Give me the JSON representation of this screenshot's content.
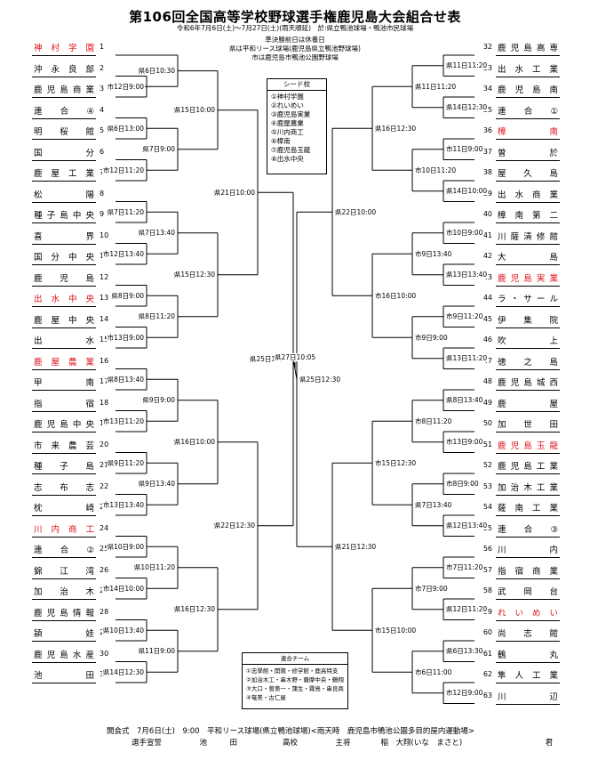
{
  "title": "第106回全国高等学校野球選手権鹿児島大会組合せ表",
  "meta": [
    "令和6年7月6日(土)〜7月27日(土)(雨天順延)　於:県立鴨池球場・鴨池市民球場",
    "準決勝前日は休養日",
    "県は平和リース球場(鹿児島県立鴨池野球場)",
    "市は鹿児島市鴨池公園野球場"
  ],
  "seed_box": {
    "title": "シード校",
    "items": [
      "①神村学園",
      "②れいめい",
      "③鹿児島実業",
      "④鹿屋農業",
      "⑤川内商工",
      "⑥樟南",
      "⑦鹿児島玉龍",
      "⑧出水中央"
    ]
  },
  "joint_box": {
    "title": "連合チーム",
    "items": [
      "①志學館・開陽・修学館・鹿高特支",
      "②加治木工・串木野・薩摩中央・鶴翔",
      "③大口・曽第一・蒲生・霧島・串良商",
      "④奄美・古仁屋"
    ]
  },
  "teams_left": [
    {
      "n": "1",
      "name": "神村学園",
      "seed": true
    },
    {
      "n": "2",
      "name": "沖永良部",
      "seed": false
    },
    {
      "n": "3",
      "name": "鹿児島商業",
      "seed": false
    },
    {
      "n": "4",
      "name": "連合④",
      "seed": false
    },
    {
      "n": "5",
      "name": "明桜館",
      "seed": false
    },
    {
      "n": "6",
      "name": "国分",
      "seed": false
    },
    {
      "n": "7",
      "name": "鹿屋工業",
      "seed": false
    },
    {
      "n": "8",
      "name": "松陽",
      "seed": false
    },
    {
      "n": "9",
      "name": "種子島中央",
      "seed": false
    },
    {
      "n": "10",
      "name": "喜界",
      "seed": false
    },
    {
      "n": "11",
      "name": "国分中央",
      "seed": false
    },
    {
      "n": "12",
      "name": "鹿児島",
      "seed": false
    },
    {
      "n": "13",
      "name": "出水中央",
      "seed": true
    },
    {
      "n": "14",
      "name": "鹿屋中央",
      "seed": false
    },
    {
      "n": "15",
      "name": "出水",
      "seed": false
    },
    {
      "n": "16",
      "name": "鹿屋農業",
      "seed": true
    },
    {
      "n": "17",
      "name": "甲南",
      "seed": false
    },
    {
      "n": "18",
      "name": "指宿",
      "seed": false
    },
    {
      "n": "19",
      "name": "鹿児島中央",
      "seed": false
    },
    {
      "n": "20",
      "name": "市来農芸",
      "seed": false
    },
    {
      "n": "21",
      "name": "種子島",
      "seed": false
    },
    {
      "n": "22",
      "name": "志布志",
      "seed": false
    },
    {
      "n": "23",
      "name": "枕崎",
      "seed": false
    },
    {
      "n": "24",
      "name": "川内商工",
      "seed": true
    },
    {
      "n": "25",
      "name": "連合②",
      "seed": false
    },
    {
      "n": "26",
      "name": "錦江湾",
      "seed": false
    },
    {
      "n": "27",
      "name": "加治木",
      "seed": false
    },
    {
      "n": "28",
      "name": "鹿児島情報",
      "seed": false
    },
    {
      "n": "29",
      "name": "頴娃",
      "seed": false
    },
    {
      "n": "30",
      "name": "鹿児島水産",
      "seed": false
    },
    {
      "n": "31",
      "name": "池田",
      "seed": false
    }
  ],
  "teams_right": [
    {
      "n": "32",
      "name": "鹿児島高専",
      "seed": false
    },
    {
      "n": "33",
      "name": "出水工業",
      "seed": false
    },
    {
      "n": "34",
      "name": "鹿児島南",
      "seed": false
    },
    {
      "n": "35",
      "name": "連合①",
      "seed": false
    },
    {
      "n": "36",
      "name": "樟南",
      "seed": true
    },
    {
      "n": "37",
      "name": "曽於",
      "seed": false
    },
    {
      "n": "38",
      "name": "屋久島",
      "seed": false
    },
    {
      "n": "39",
      "name": "出水商業",
      "seed": false
    },
    {
      "n": "40",
      "name": "樟南第二",
      "seed": false
    },
    {
      "n": "41",
      "name": "川薩清修館",
      "seed": false
    },
    {
      "n": "42",
      "name": "大島",
      "seed": false
    },
    {
      "n": "43",
      "name": "鹿児島実業",
      "seed": true
    },
    {
      "n": "44",
      "name": "ラ・サール",
      "seed": false
    },
    {
      "n": "45",
      "name": "伊集院",
      "seed": false
    },
    {
      "n": "46",
      "name": "吹上",
      "seed": false
    },
    {
      "n": "47",
      "name": "徳之島",
      "seed": false
    },
    {
      "n": "48",
      "name": "鹿児島城西",
      "seed": false
    },
    {
      "n": "49",
      "name": "鹿屋",
      "seed": false
    },
    {
      "n": "50",
      "name": "加世田",
      "seed": false
    },
    {
      "n": "51",
      "name": "鹿児島玉龍",
      "seed": true
    },
    {
      "n": "52",
      "name": "鹿児島工業",
      "seed": false
    },
    {
      "n": "53",
      "name": "加治木工業",
      "seed": false
    },
    {
      "n": "54",
      "name": "薩南工業",
      "seed": false
    },
    {
      "n": "55",
      "name": "連合③",
      "seed": false
    },
    {
      "n": "56",
      "name": "川内",
      "seed": false
    },
    {
      "n": "57",
      "name": "指宿商業",
      "seed": false
    },
    {
      "n": "58",
      "name": "武岡台",
      "seed": false
    },
    {
      "n": "59",
      "name": "れいめい",
      "seed": true
    },
    {
      "n": "60",
      "name": "尚志館",
      "seed": false
    },
    {
      "n": "61",
      "name": "鶴丸",
      "seed": false
    },
    {
      "n": "62",
      "name": "隼人工業",
      "seed": false
    },
    {
      "n": "63",
      "name": "川辺",
      "seed": false
    }
  ],
  "matches_left": {
    "r1": [
      "市12日9:00",
      "県6日10:30",
      "県6日13:00",
      "市12日11:20",
      "県7日9:00",
      "県7日11:20",
      "市12日13:40",
      "県7日13:40",
      "県8日9:00",
      "市13日9:00",
      "県8日11:20",
      "県8日13:40",
      "市13日11:20",
      "県9日9:00",
      "県9日11:20",
      "市13日13:40",
      "県9日13:40",
      "県10日9:00",
      "市14日10:00",
      "県10日11:20",
      "県10日13:40",
      "県14日12:30",
      "県11日9:00"
    ],
    "r3": [
      "県15日10:00",
      "県15日12:30",
      "県16日10:00",
      "県16日12:30"
    ],
    "r4": [
      "県21日10:00",
      "県22日12:30"
    ],
    "r5": "県25日10:00"
  },
  "matches_right": {
    "r1": [
      "県11日11:20",
      "県14日12:30",
      "県11日11:20",
      "市11日9:00",
      "県14日10:00",
      "市10日11:20",
      "市10日9:00",
      "県13日13:40",
      "市9日13:40",
      "市9日11:20",
      "県13日11:20",
      "市9日9:00",
      "県8日13:40",
      "市13日9:00",
      "市8日11:20",
      "市8日9:00",
      "県12日13:40",
      "県7日13:40",
      "市7日11:20",
      "県12日11:20",
      "市7日9:00",
      "県6日13:30",
      "市12日9:00",
      "市6日11:00"
    ],
    "r3": [
      "県16日12:30",
      "市16日10:00",
      "市15日12:30",
      "市15日10:00"
    ],
    "r4": [
      "県22日10:00",
      "県21日12:30"
    ],
    "r5": "県25日12:30"
  },
  "final": "県27日10:05",
  "footer": {
    "line1": "開会式　7月6日(土)　9:00　平和リース球場(県立鴨池球場)<雨天時　鹿児島市鴨池公園多目的屋内運動場>",
    "line2": "選手宣誓　　　　　池　　　田　　　　　　高校　　　　　主将　　　　稲　大翔(いな　まさと)　　　　　　　　　　　君"
  }
}
